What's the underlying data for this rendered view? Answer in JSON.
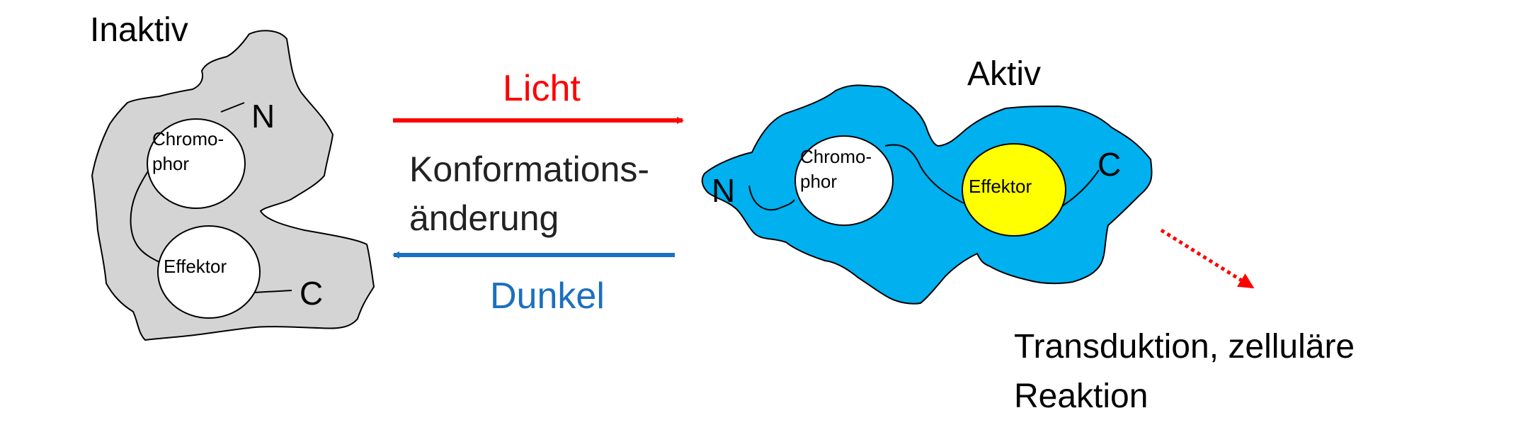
{
  "inactive": {
    "title": "Inaktiv",
    "n_label": "N",
    "c_label": "C",
    "chromophore_line1": "Chromo-",
    "chromophore_line2": "phor",
    "effector": "Effektor",
    "body_color": "#d4d4d4"
  },
  "active": {
    "title": "Aktiv",
    "n_label": "N",
    "c_label": "C",
    "chromophore_line1": "Chromo-",
    "chromophore_line2": "phor",
    "effector": "Effektor",
    "body_color": "#00b0ef",
    "effector_color": "#ffff00"
  },
  "transition": {
    "light_label": "Licht",
    "light_color": "#ff0000",
    "conformation_line1": "Konformations-",
    "conformation_line2": "änderung",
    "dark_label": "Dunkel",
    "dark_color": "#1b6fc0"
  },
  "outcome": {
    "line1": "Transduktion, zelluläre",
    "line2": "Reaktion",
    "arrow_color": "#ff0000"
  }
}
